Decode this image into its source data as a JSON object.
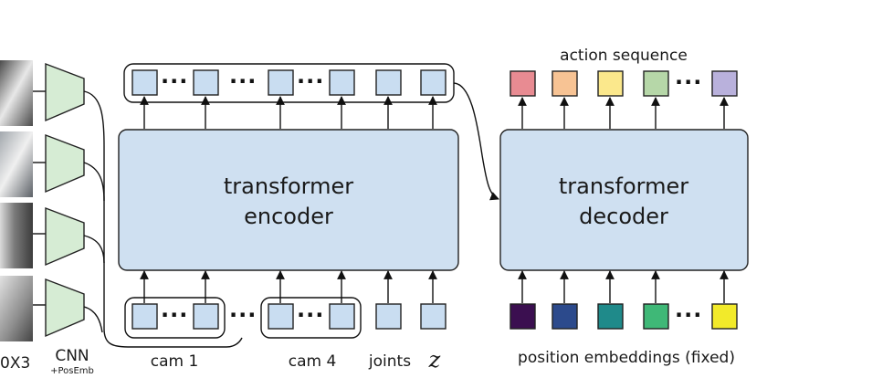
{
  "encoder": {
    "line1": "transformer",
    "line2": "encoder"
  },
  "decoder": {
    "line1": "transformer",
    "line2": "decoder"
  },
  "labels": {
    "action_sequence": "action sequence",
    "position_embeddings": "position embeddings (fixed)",
    "cam1": "cam 1",
    "cam4": "cam 4",
    "joints": "joints",
    "z": "z",
    "cnn": "CNN",
    "posemb": "+PosEmb",
    "image_dims": "0X3"
  },
  "ellipsis": "···",
  "colors": {
    "block_fill": "#cfe0f1",
    "block_stroke": "#222222",
    "cnn_fill": "#d6ecd4",
    "token_fill": "#c9ddf1",
    "action_tokens": [
      "#e88b92",
      "#f7c394",
      "#fbe88c",
      "#b6d7a8",
      "#b9b1dc"
    ],
    "position_tokens": [
      "#3b0f50",
      "#2c4a8c",
      "#1f8a8a",
      "#3fb877",
      "#f2ea2a"
    ]
  }
}
